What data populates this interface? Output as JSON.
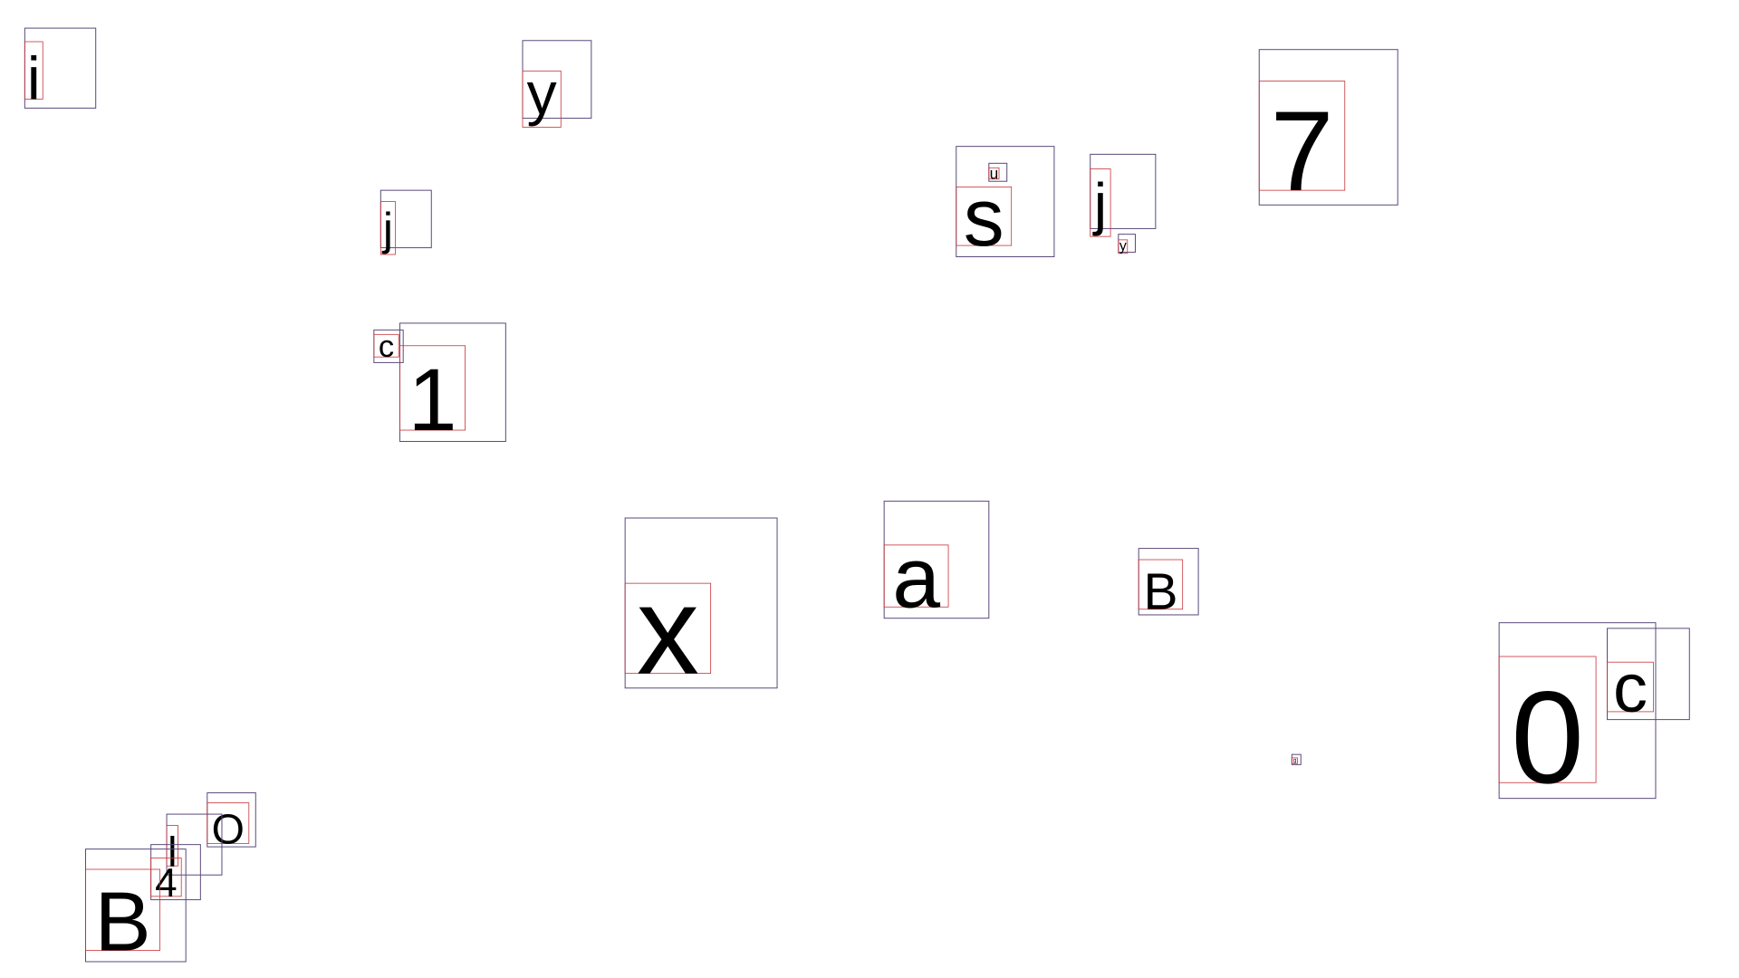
{
  "colors": {
    "background": "#ffffff",
    "glyph": "#000000",
    "outer_box": "#5a4a7a",
    "inner_box": "#c8333a"
  },
  "glyphs": [
    {
      "id": "i-1",
      "char": "i"
    },
    {
      "id": "y-1",
      "char": "y"
    },
    {
      "id": "seven",
      "char": "7"
    },
    {
      "id": "j-1",
      "char": "j"
    },
    {
      "id": "s-1",
      "char": "s"
    },
    {
      "id": "u-small",
      "char": "u"
    },
    {
      "id": "j-2",
      "char": "j"
    },
    {
      "id": "y-small",
      "char": "y"
    },
    {
      "id": "c-small",
      "char": "c"
    },
    {
      "id": "one",
      "char": "1"
    },
    {
      "id": "x-1",
      "char": "x"
    },
    {
      "id": "a-1",
      "char": "a"
    },
    {
      "id": "b-upper",
      "char": "B"
    },
    {
      "id": "zero",
      "char": "0"
    },
    {
      "id": "c-2",
      "char": "c"
    },
    {
      "id": "tiny",
      "char": "g"
    },
    {
      "id": "o-1",
      "char": "O"
    },
    {
      "id": "l-1",
      "char": "l"
    },
    {
      "id": "four",
      "char": "4"
    },
    {
      "id": "b-large",
      "char": "B"
    }
  ]
}
